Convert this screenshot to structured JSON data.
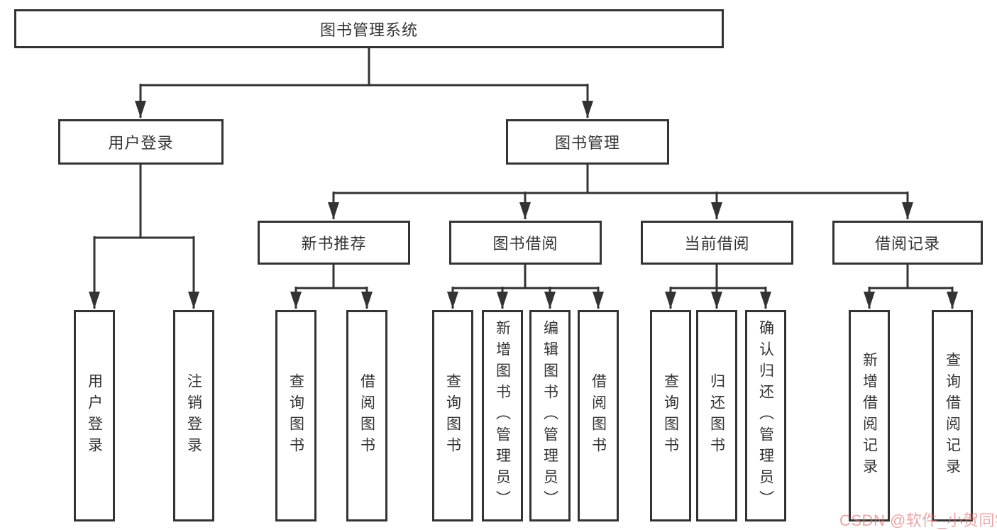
{
  "colors": {
    "line": "#333333",
    "box_border": "#333333",
    "text": "#333333",
    "background": "#ffffff",
    "watermark": "#de6e6e"
  },
  "diagram": {
    "type": "hierarchy-diagram",
    "title": "图书管理系统",
    "level2": {
      "user_login": "用户登录",
      "book_mgmt": "图书管理"
    },
    "level3": {
      "new_book": "新书推荐",
      "book_borrow": "图书借阅",
      "current_borrow": "当前借阅",
      "borrow_records": "借阅记录"
    },
    "leaves": {
      "user_login": [
        "用户登录",
        "注销登录"
      ],
      "new_book": [
        "查询图书",
        "借阅图书"
      ],
      "book_borrow": [
        "查询图书",
        "新增图书（管理员）",
        "编辑图书（管理员）",
        "借阅图书"
      ],
      "current_borrow": [
        "查询图书",
        "归还图书",
        "确认归还（管理员）"
      ],
      "borrow_records": [
        "新增借阅记录",
        "查询借阅记录"
      ]
    }
  },
  "watermark": {
    "text": "CSDN @软件_小贺同学"
  }
}
